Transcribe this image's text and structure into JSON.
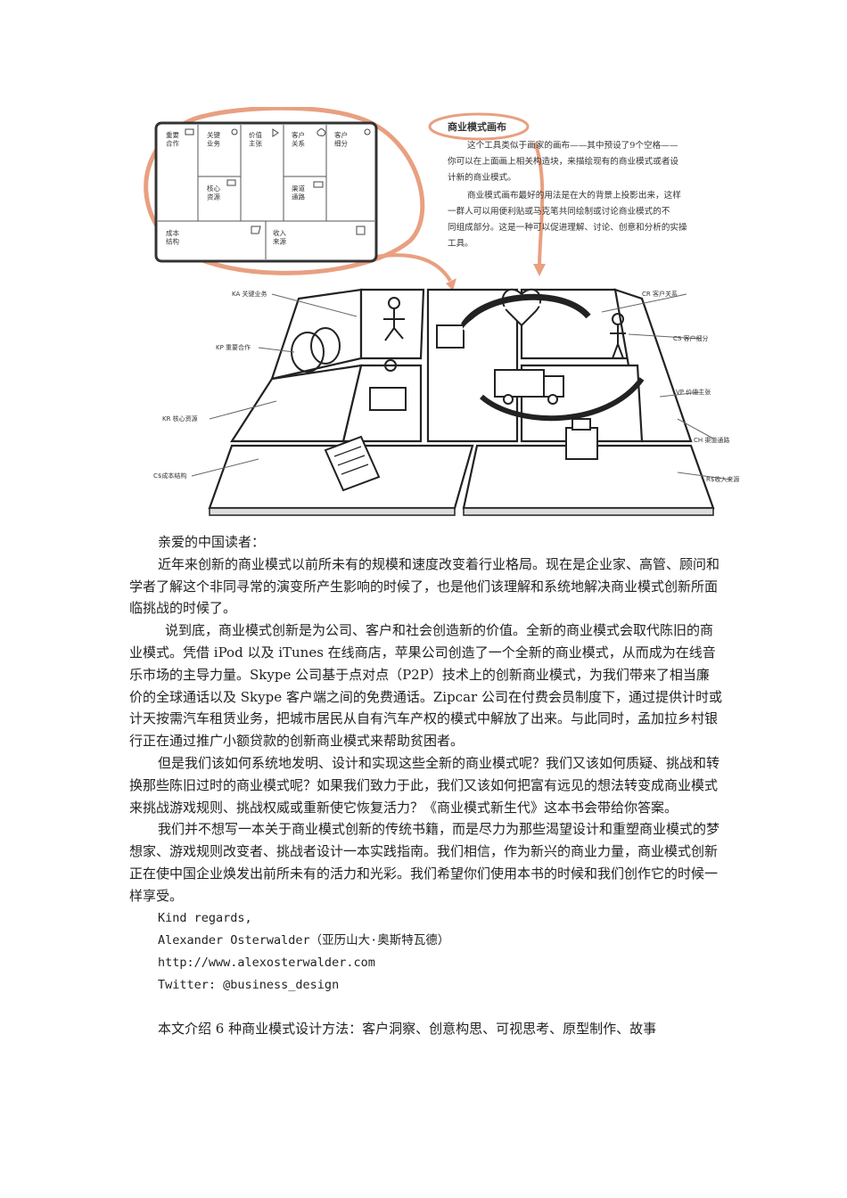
{
  "canvas_card": {
    "cells": {
      "kp": "重要\n合作",
      "ka": "关键\n业务",
      "vp": "价值\n主张",
      "cr": "客户\n关系",
      "cs": "客户\n细分",
      "kr": "核心\n资源",
      "ch": "渠道\n通路",
      "cost": "成本\n结构",
      "rev": "收入\n来源"
    }
  },
  "note": {
    "title": "商业模式画布",
    "lines": [
      "这个工具类似于画家的画布——其中预设了9个空格——",
      "你可以在上面画上相关构造块，来描绘现有的商业模式或者设",
      "计新的商业模式。",
      "商业模式画布最好的用法是在大的背景上投影出来，这样",
      "一群人可以用便利贴或马克笔共同绘制或讨论商业模式的不",
      "同组成部分。这是一种可以促进理解、讨论、创意和分析的实操",
      "工具。"
    ]
  },
  "labels": {
    "ka": "KA 关键业务",
    "kp": "KP 重要合作",
    "kr": "KR 核心资源",
    "cs_cost": "C$成本结构",
    "cr": "CR 客户关系",
    "cs": "CS 客户细分",
    "vp": "VP 价值主张",
    "ch": "CH 渠道通路",
    "rs": "R$收入来源"
  },
  "letter": {
    "salutation": "亲爱的中国读者：",
    "paragraphs": [
      "近年来创新的商业模式以前所未有的规模和速度改变着行业格局。现在是企业家、高管、顾问和学者了解这个非同寻常的演变所产生影响的时候了，也是他们该理解和系统地解决商业模式创新所面临挑战的时候了。",
      "说到底，商业模式创新是为公司、客户和社会创造新的价值。全新的商业模式会取代陈旧的商业模式。凭借 iPod 以及 iTunes 在线商店，苹果公司创造了一个全新的商业模式，从而成为在线音乐市场的主导力量。Skype 公司基于点对点（P2P）技术上的创新商业模式，为我们带来了相当廉价的全球通话以及 Skype 客户端之间的免费通话。Zipcar 公司在付费会员制度下，通过提供计时或计天按需汽车租赁业务，把城市居民从自有汽车产权的模式中解放了出来。与此同时，孟加拉乡村银行正在通过推广小额贷款的创新商业模式来帮助贫困者。",
      "但是我们该如何系统地发明、设计和实现这些全新的商业模式呢？我们又该如何质疑、挑战和转换那些陈旧过时的商业模式呢？如果我们致力于此，我们又该如何把富有远见的想法转变成商业模式来挑战游戏规则、挑战权威或重新使它恢复活力？《商业模式新生代》这本书会带给你答案。",
      "我们并不想写一本关于商业模式创新的传统书籍，而是尽力为那些渴望设计和重塑商业模式的梦想家、游戏规则改变者、挑战者设计一本实践指南。我们相信，作为新兴的商业力量，商业模式创新正在使中国企业焕发出前所未有的活力和光彩。我们希望你们使用本书的时候和我们创作它的时候一样享受。"
    ],
    "closing": "Kind regards,",
    "name": "Alexander Osterwalder（亚历山大·奥斯特瓦德）",
    "url": "http://www.alexosterwalder.com",
    "twitter": "Twitter: @business_design",
    "final": "本文介绍 6 种商业模式设计方法：客户洞察、创意构思、可视思考、原型制作、故事"
  }
}
